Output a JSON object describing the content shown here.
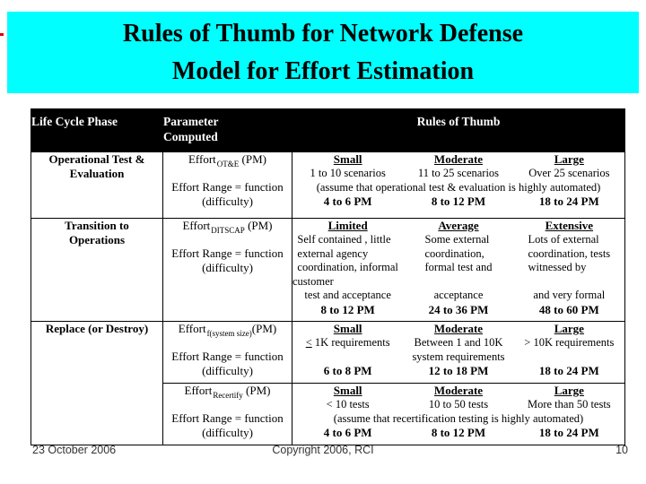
{
  "title": {
    "line1": "Rules of Thumb for Network Defense",
    "line2": "Model for Effort Estimation"
  },
  "colors": {
    "title_background": "#00ffff",
    "table_header_background": "#000000",
    "table_header_text": "#ffffff",
    "body_text": "#000000"
  },
  "table": {
    "headers": {
      "phase": "Life Cycle Phase",
      "parameter": "Parameter\nComputed",
      "rules": "Rules of Thumb"
    },
    "rows": [
      {
        "phase": "Operational Test &\nEvaluation",
        "effort_prefix": "Effort",
        "effort_sub": "OT&E",
        "effort_suffix": " (PM)",
        "range": "Effort Range = function\n(difficulty)",
        "cols": [
          {
            "head": "Small",
            "desc": "1 to 10 scenarios",
            "pm": "4 to 6 PM"
          },
          {
            "head": "Moderate",
            "desc": "11 to 25 scenarios",
            "pm": "8 to 12 PM"
          },
          {
            "head": "Large",
            "desc": "Over 25 scenarios",
            "pm": "18 to 24 PM"
          }
        ],
        "note": "(assume that operational test & evaluation is highly automated)"
      },
      {
        "phase": "Transition to\nOperations",
        "effort_prefix": "Effort",
        "effort_sub": "DITSCAP",
        "effort_suffix": " (PM)",
        "range": "Effort Range = function\n(difficulty)",
        "cols": [
          {
            "head": "Limited",
            "desc": "Self contained , little\nexternal agency\ncoordination, informal",
            "desc2": "test and acceptance",
            "pm": "8 to 12 PM"
          },
          {
            "head": "Average",
            "desc": "Some external\ncoordination,\nformal test and",
            "desc2": "acceptance",
            "pm": "24 to 36 PM"
          },
          {
            "head": "Extensive",
            "desc": "Lots of external\ncoordination, tests\nwitnessed by",
            "desc2": "and very formal",
            "pm": "48 to 60 PM"
          }
        ],
        "hang": "customer"
      },
      {
        "phase": "Replace (or Destroy)",
        "effort_prefix": "Effort",
        "effort_sub": "f(system size)",
        "effort_suffix": "(PM)",
        "range": "Effort Range = function\n(difficulty)",
        "cols": [
          {
            "head": "Small",
            "lt": "<",
            "desc_rest": " 1K requirements",
            "pm": "6 to 8 PM"
          },
          {
            "head": "Moderate",
            "desc": "Between 1 and 10K\nsystem requirements",
            "pm": "12 to 18 PM"
          },
          {
            "head": "Large",
            "desc": "> 10K requirements",
            "pm": "18 to 24 PM"
          }
        ]
      },
      {
        "phase": "",
        "effort_prefix": "Effort",
        "effort_sub": "Recertify",
        "effort_suffix": " (PM)",
        "range": "Effort Range = function\n(difficulty)",
        "cols": [
          {
            "head": "Small",
            "desc": "< 10 tests",
            "pm": "4 to 6 PM"
          },
          {
            "head": "Moderate",
            "desc": "10 to 50 tests",
            "pm": "8 to 12 PM"
          },
          {
            "head": "Large",
            "desc": "More than 50 tests",
            "pm": "18 to 24 PM"
          }
        ],
        "note": "(assume that recertification testing is highly automated)"
      }
    ]
  },
  "footer": {
    "date": "23 October 2006",
    "copyright": "Copyright 2006, RCI",
    "page": "10"
  }
}
